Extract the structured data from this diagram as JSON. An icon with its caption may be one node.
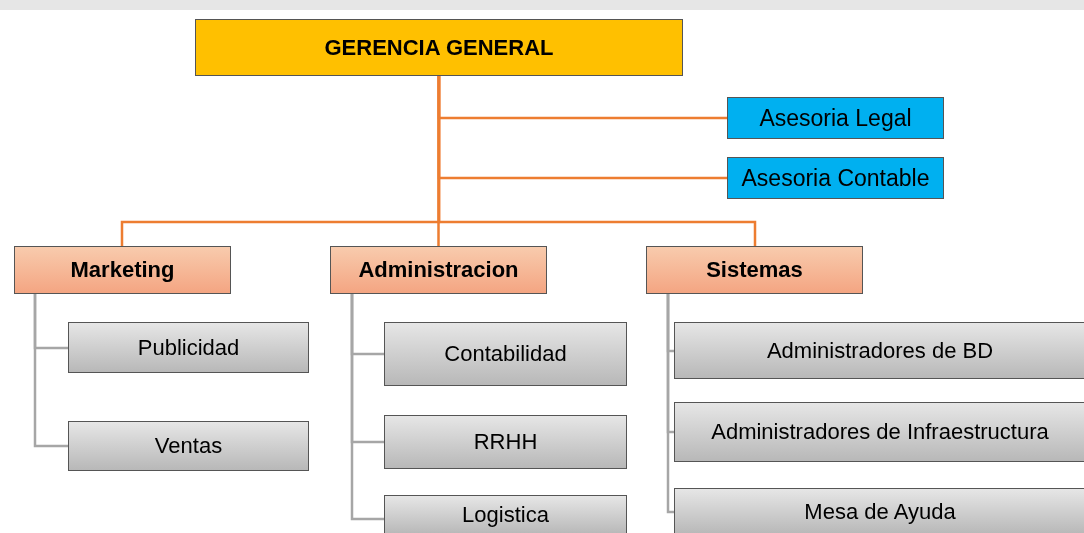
{
  "diagram": {
    "nodes": [
      {
        "text": [
          "GERENCIA GENERAL"
        ]
      },
      {
        "text": [
          "Asesoria Legal"
        ]
      },
      {
        "text": [
          "Asesoria Contable"
        ]
      },
      {
        "text": [
          "Marketing"
        ]
      },
      {
        "text": [
          "Administracion"
        ]
      },
      {
        "text": [
          "Sistemas"
        ]
      },
      {
        "text": [
          "Publicidad"
        ]
      },
      {
        "text": [
          "Ventas"
        ]
      },
      {
        "text": [
          "Contabilidad"
        ]
      },
      {
        "text": [
          "RRHH"
        ]
      },
      {
        "text": [
          "Logistica"
        ]
      },
      {
        "text": [
          "Administradores de BD"
        ]
      },
      {
        "text": [
          "Administradores de Infraestructura"
        ]
      },
      {
        "text": [
          "Mesa de Ayuda"
        ]
      }
    ],
    "edges": [
      {
        "from": 0,
        "to": 1,
        "arrow": "none",
        "color": "#ed7d31"
      },
      {
        "from": 0,
        "to": 2,
        "arrow": "none",
        "color": "#ed7d31"
      },
      {
        "from": 0,
        "to": 3,
        "arrow": "none",
        "color": "#ed7d31"
      },
      {
        "from": 0,
        "to": 4,
        "arrow": "none",
        "color": "#ed7d31"
      },
      {
        "from": 0,
        "to": 5,
        "arrow": "none",
        "color": "#ed7d31"
      },
      {
        "from": 3,
        "to": 6,
        "arrow": "none"
      },
      {
        "from": 3,
        "to": 7,
        "arrow": "none"
      },
      {
        "from": 4,
        "to": 8,
        "arrow": "none"
      },
      {
        "from": 4,
        "to": 9,
        "arrow": "none"
      },
      {
        "from": 4,
        "to": 10,
        "arrow": "none"
      },
      {
        "from": 5,
        "to": 11,
        "arrow": "none"
      },
      {
        "from": 5,
        "to": 12,
        "arrow": "none"
      },
      {
        "from": 5,
        "to": 13,
        "arrow": "none"
      }
    ]
  }
}
